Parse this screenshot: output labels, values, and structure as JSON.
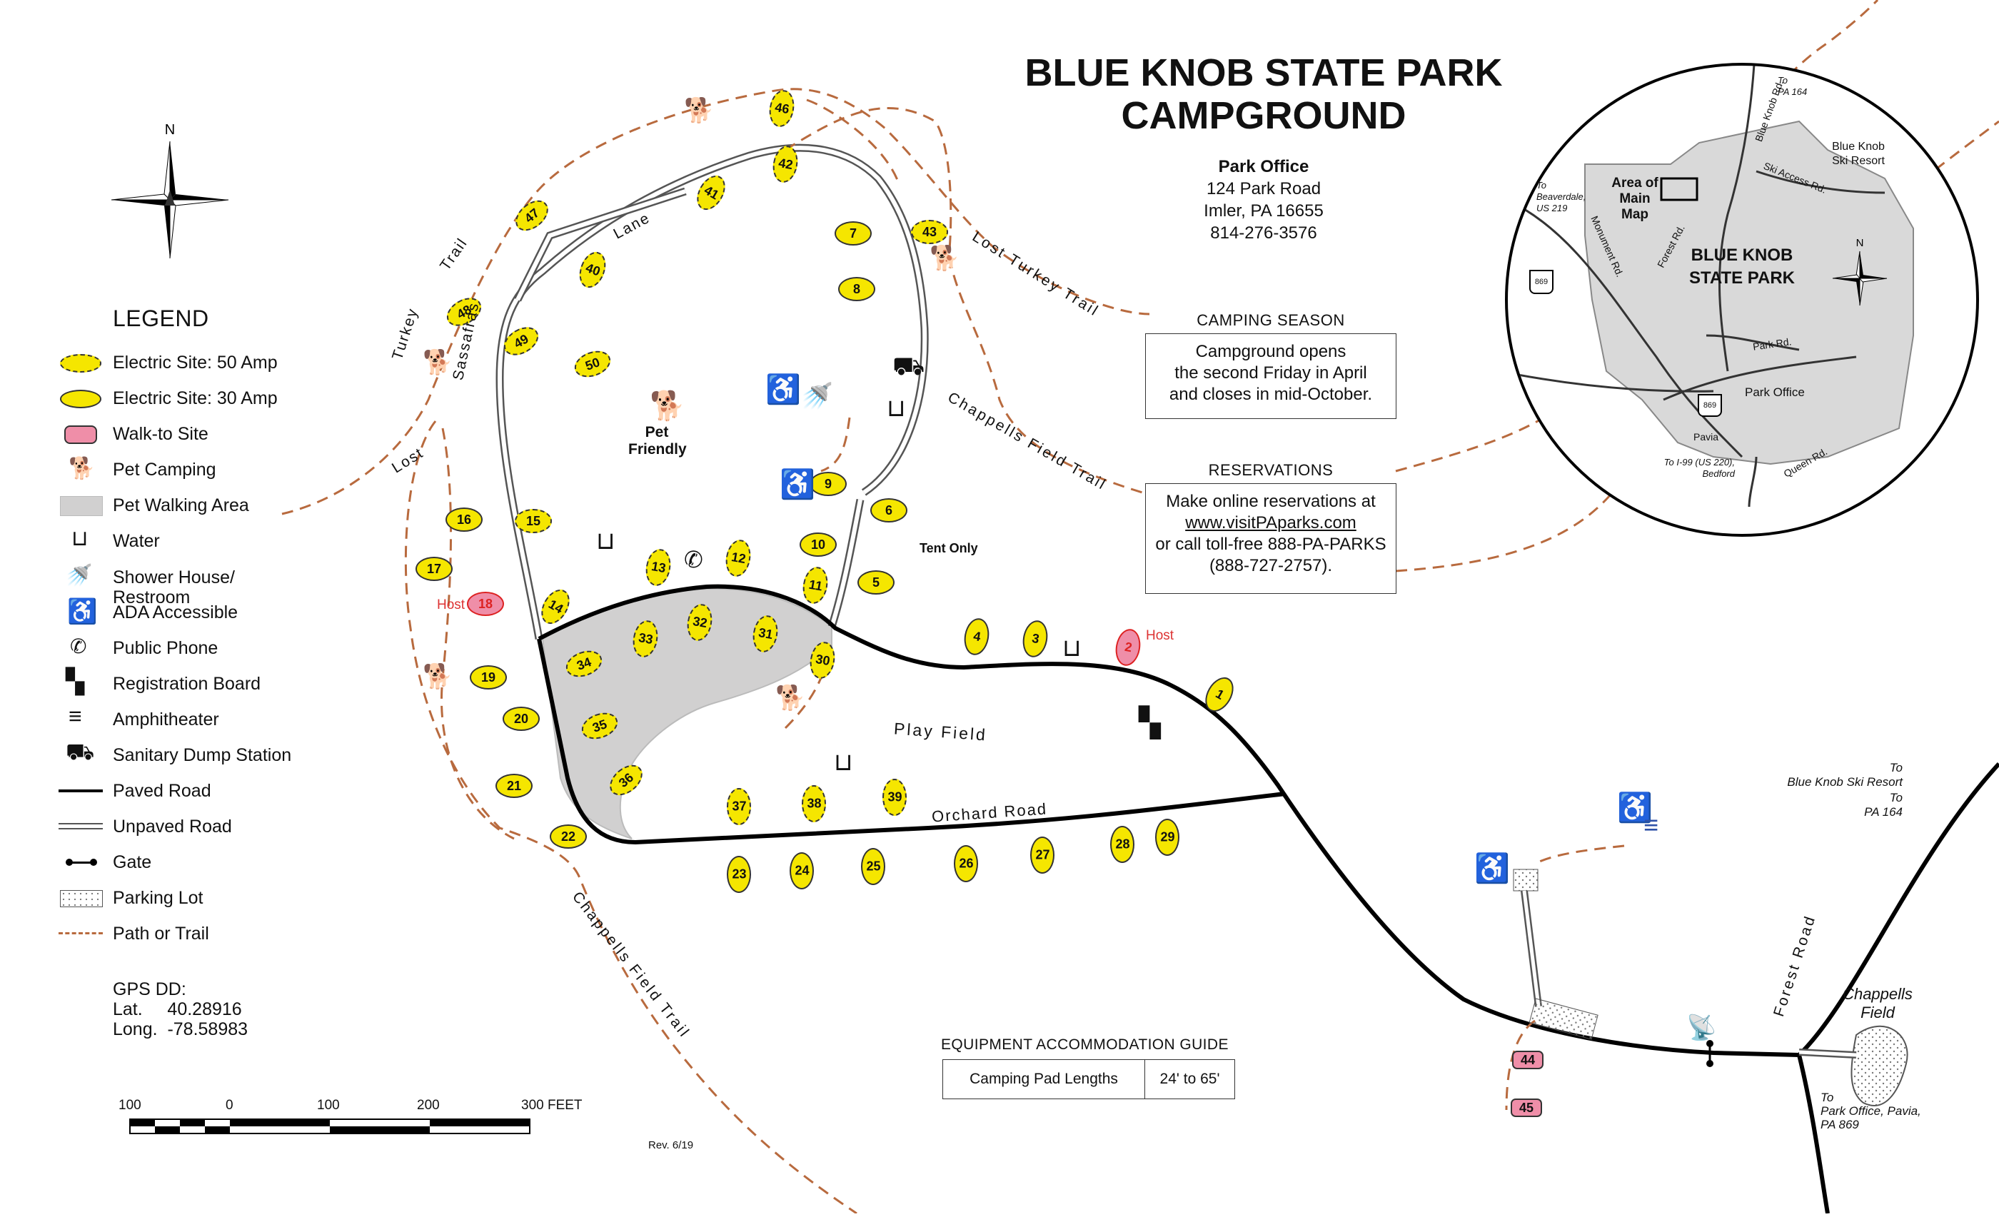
{
  "title_line1": "BLUE KNOB STATE PARK",
  "title_line2": "CAMPGROUND",
  "park_office": {
    "heading": "Park Office",
    "address1": "124 Park Road",
    "address2": "Imler, PA 16655",
    "phone": "814-276-3576"
  },
  "camping_season": {
    "heading": "CAMPING SEASON",
    "line1": "Campground opens",
    "line2": "the second Friday in April",
    "line3": "and closes in mid-October."
  },
  "reservations": {
    "heading": "RESERVATIONS",
    "line1": "Make online reservations at",
    "link": "www.visitPAparks.com",
    "line2": "or call toll-free 888-PA-PARKS",
    "line3": "(888-727-2757)."
  },
  "legend": {
    "title": "LEGEND",
    "items": [
      {
        "icon": "electric-50-icon",
        "label": "Electric Site: 50 Amp"
      },
      {
        "icon": "electric-30-icon",
        "label": "Electric Site: 30 Amp"
      },
      {
        "icon": "walk-to-icon",
        "label": "Walk-to Site"
      },
      {
        "icon": "pet-icon",
        "label": "Pet Camping"
      },
      {
        "icon": "pet-walk-area-icon",
        "label": "Pet Walking Area"
      },
      {
        "icon": "water-icon",
        "label": "Water"
      },
      {
        "icon": "shower-icon",
        "label": "Shower House/\nRestroom"
      },
      {
        "icon": "ada-icon",
        "label": "ADA Accessible"
      },
      {
        "icon": "phone-icon",
        "label": "Public Phone"
      },
      {
        "icon": "registration-icon",
        "label": "Registration Board"
      },
      {
        "icon": "amphitheater-icon",
        "label": "Amphitheater"
      },
      {
        "icon": "dump-station-icon",
        "label": "Sanitary Dump Station"
      },
      {
        "icon": "paved-road-icon",
        "label": "Paved Road"
      },
      {
        "icon": "unpaved-road-icon",
        "label": "Unpaved Road"
      },
      {
        "icon": "gate-icon",
        "label": "Gate"
      },
      {
        "icon": "parking-icon",
        "label": "Parking Lot"
      },
      {
        "icon": "trail-icon",
        "label": "Path or Trail"
      }
    ],
    "gps": "GPS DD:\nLat.     40.28916\nLong.  -78.58983"
  },
  "scale": {
    "labels": [
      "100",
      "0",
      "100",
      "200",
      "300 FEET"
    ]
  },
  "equipment": {
    "heading": "EQUIPMENT ACCOMMODATION GUIDE",
    "label": "Camping Pad Lengths",
    "value": "24' to 65'"
  },
  "revision": "Rev. 6/19",
  "map_labels": {
    "pet_friendly_1": "Pet",
    "pet_friendly_2": "Friendly",
    "tent_only": "Tent Only",
    "host": "Host",
    "play_field": "Play  Field",
    "orchard_road": "Orchard  Road",
    "sassafras": "Sassafras",
    "lane": "Lane",
    "lost_turkey_trail_top": "Lost  Turkey  Trail",
    "turkey": "Turkey",
    "trail": "Trail",
    "lost": "Lost",
    "chappells_field_trail": "Chappells  Field  Trail",
    "forest_road": "Forest   Road",
    "chappells_field": "Chappells",
    "chappells_field2": "Field",
    "to_ski_resort": "To\nBlue Knob Ski Resort",
    "to_pa164": "To\nPA 164",
    "to_park_office": "To\nPark Office, Pavia,\nPA 869"
  },
  "inset": {
    "area_label": "Area of\nMain\nMap",
    "park_name1": "BLUE KNOB",
    "park_name2": "STATE PARK",
    "ski_resort": "Blue Knob\nSki Resort",
    "park_office": "Park Office",
    "pavia": "Pavia",
    "to_beaverdale": "To\nBeaverdale,\nUS 219",
    "to_pa164": "To\nPA 164",
    "to_i99": "To I-99 (US 220),\nBedford",
    "roads": [
      "Blue Knob Rd.",
      "Ski Access Rd.",
      "Forest Rd.",
      "Monument Rd.",
      "Park Rd.",
      "Queen Rd."
    ],
    "shield_869": "869"
  },
  "sites": [
    {
      "n": "46",
      "t": "50"
    },
    {
      "n": "42",
      "t": "50"
    },
    {
      "n": "41",
      "t": "50"
    },
    {
      "n": "47",
      "t": "50"
    },
    {
      "n": "40",
      "t": "50"
    },
    {
      "n": "48",
      "t": "50"
    },
    {
      "n": "49",
      "t": "50"
    },
    {
      "n": "50",
      "t": "50"
    },
    {
      "n": "7",
      "t": "30"
    },
    {
      "n": "8",
      "t": "30"
    },
    {
      "n": "43",
      "t": "50"
    },
    {
      "n": "9",
      "t": "30"
    },
    {
      "n": "6",
      "t": "30"
    },
    {
      "n": "10",
      "t": "30"
    },
    {
      "n": "5",
      "t": "30"
    },
    {
      "n": "16",
      "t": "30"
    },
    {
      "n": "15",
      "t": "50"
    },
    {
      "n": "17",
      "t": "30"
    },
    {
      "n": "18",
      "t": "host"
    },
    {
      "n": "14",
      "t": "50"
    },
    {
      "n": "13",
      "t": "50"
    },
    {
      "n": "12",
      "t": "50"
    },
    {
      "n": "11",
      "t": "50"
    },
    {
      "n": "33",
      "t": "50"
    },
    {
      "n": "32",
      "t": "50"
    },
    {
      "n": "31",
      "t": "50"
    },
    {
      "n": "34",
      "t": "50"
    },
    {
      "n": "30",
      "t": "50"
    },
    {
      "n": "35",
      "t": "50"
    },
    {
      "n": "36",
      "t": "50"
    },
    {
      "n": "19",
      "t": "30"
    },
    {
      "n": "20",
      "t": "30"
    },
    {
      "n": "21",
      "t": "30"
    },
    {
      "n": "22",
      "t": "30"
    },
    {
      "n": "4",
      "t": "30"
    },
    {
      "n": "3",
      "t": "30"
    },
    {
      "n": "2",
      "t": "host"
    },
    {
      "n": "1",
      "t": "30"
    },
    {
      "n": "37",
      "t": "50"
    },
    {
      "n": "38",
      "t": "50"
    },
    {
      "n": "39",
      "t": "50"
    },
    {
      "n": "23",
      "t": "30"
    },
    {
      "n": "24",
      "t": "30"
    },
    {
      "n": "25",
      "t": "30"
    },
    {
      "n": "26",
      "t": "30"
    },
    {
      "n": "27",
      "t": "30"
    },
    {
      "n": "28",
      "t": "30"
    },
    {
      "n": "29",
      "t": "30"
    },
    {
      "n": "44",
      "t": "walk"
    },
    {
      "n": "45",
      "t": "walk"
    }
  ]
}
